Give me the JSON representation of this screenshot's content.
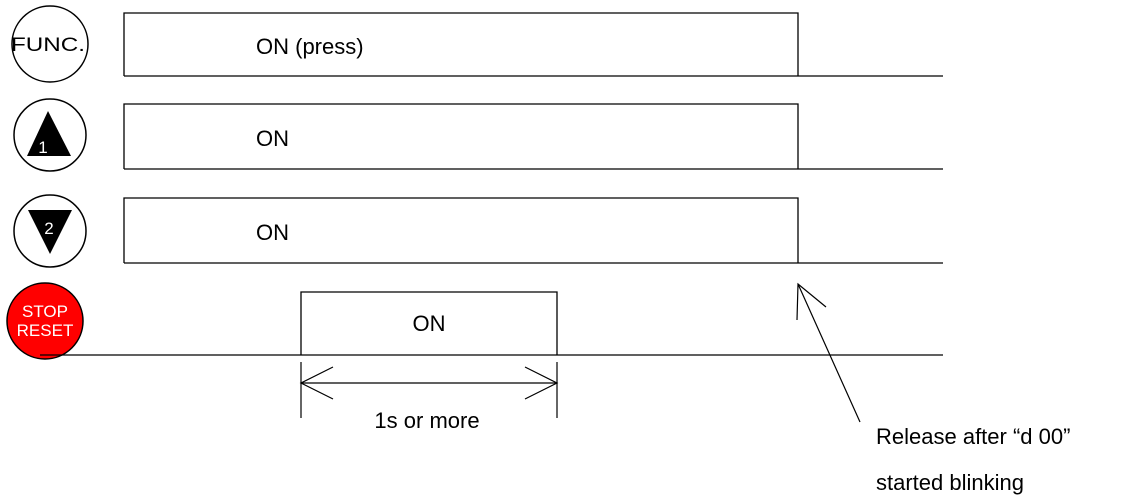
{
  "buttons": {
    "func": {
      "label": "FUNC."
    },
    "up": {
      "label": "1"
    },
    "down": {
      "label": "2"
    },
    "stop_reset": {
      "line1": "STOP",
      "line2": "RESET",
      "fill_color": "#ff0000",
      "text_color": "#ffffff"
    }
  },
  "signals": {
    "func": {
      "label": "ON (press)"
    },
    "up": {
      "label": "ON"
    },
    "down": {
      "label": "ON"
    },
    "stop_reset": {
      "label": "ON"
    }
  },
  "annotations": {
    "duration": "1s or more",
    "release_line1": "Release after “d 00”",
    "release_line2": "started blinking"
  }
}
